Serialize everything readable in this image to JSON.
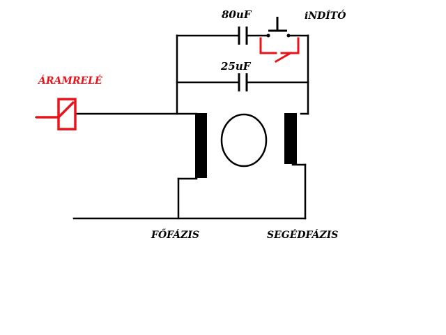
{
  "labels": {
    "cap_80": "80uF",
    "cap_25": "25uF",
    "starter": "iNDÍTÓ",
    "current_relay": "ÁRAMRELÉ",
    "main_phase": "FŐFÁZIS",
    "aux_phase": "SEGÉDFÁZIS"
  },
  "colors": {
    "wire": "#000000",
    "relay": "#e8141c",
    "switch": "#e8141c",
    "background": "#ffffff"
  }
}
